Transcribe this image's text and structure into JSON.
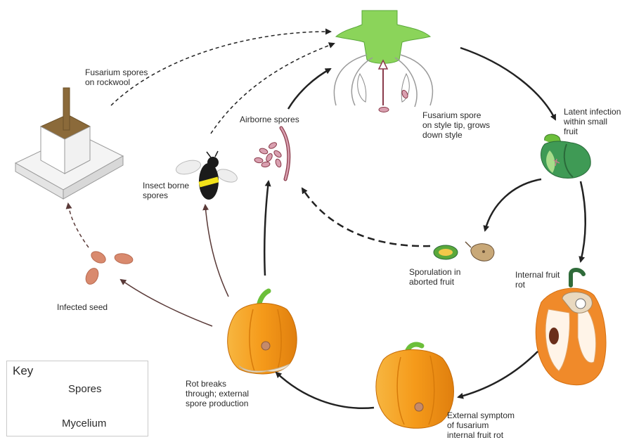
{
  "labels": {
    "fusarium_rockwool": "Fusarium spores\non rockwool",
    "airborne_spores": "Airborne spores",
    "style_tip": "Fusarium spore\non style tip, grows\ndown style",
    "latent_infection": "Latent infection\nwithin small\nfruit",
    "insect_borne": "Insect borne\nspores",
    "sporulation": "Sporulation in\naborted fruit",
    "internal_rot": "Internal fruit\nrot",
    "infected_seed": "Infected seed",
    "rot_breaks": "Rot breaks\nthrough; external\nspore production",
    "external_symptom": "External symptom\nof fusarium\ninternal fruit rot"
  },
  "key": {
    "title": "Key",
    "spores": "Spores",
    "mycelium": "Mycelium"
  },
  "colors": {
    "spore": "#c67a8a",
    "seed": "#d98a6e",
    "pepper_orange": "#f2a020",
    "pepper_stem": "#6cbf3a",
    "flower_green": "#8bd45a",
    "fruit_green": "#3f9a55",
    "arrow": "#222222",
    "arrow_thin": "#6a4a48"
  }
}
